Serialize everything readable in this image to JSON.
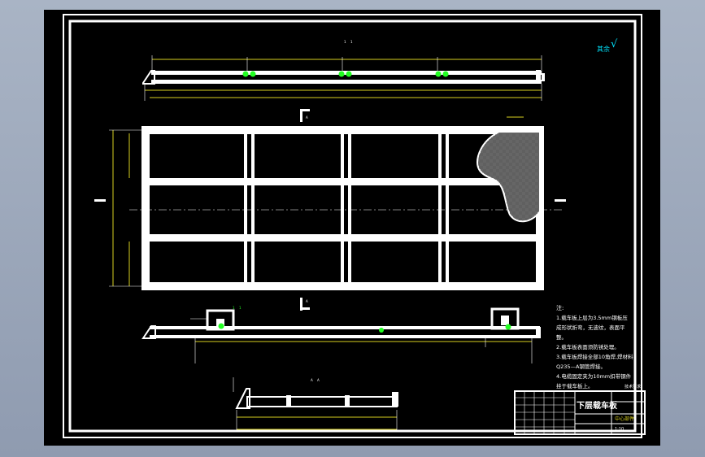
{
  "drawing": {
    "background_color": "#000000",
    "line_color": "#ffffff",
    "accent_green": "#22ff22",
    "annotation_color": "#00e5ff",
    "top_view_marks": [
      "1",
      "1"
    ],
    "mid_view_marks": [
      "1",
      "1"
    ],
    "section_marks": [
      "A",
      "A"
    ],
    "roughness_note": "其余",
    "roughness_symbol": "√",
    "notes_heading": "注:",
    "notes": [
      "1.载车板上层为3.5mm钢板压",
      "成形状折弯，无波纹，表面平",
      "整。",
      "2.载车板表面须防锈处理。",
      "3.载车板焊接全部10角焊,焊材料",
      "Q235—A钢管焊接。",
      "4.电缆固定夹为10mm扣带钢件",
      "挂于载车板上。"
    ],
    "table_caption": "技术要求",
    "title_block": {
      "title": "下层载车板",
      "subtitle": "中心部件",
      "scale": "1:10"
    }
  }
}
